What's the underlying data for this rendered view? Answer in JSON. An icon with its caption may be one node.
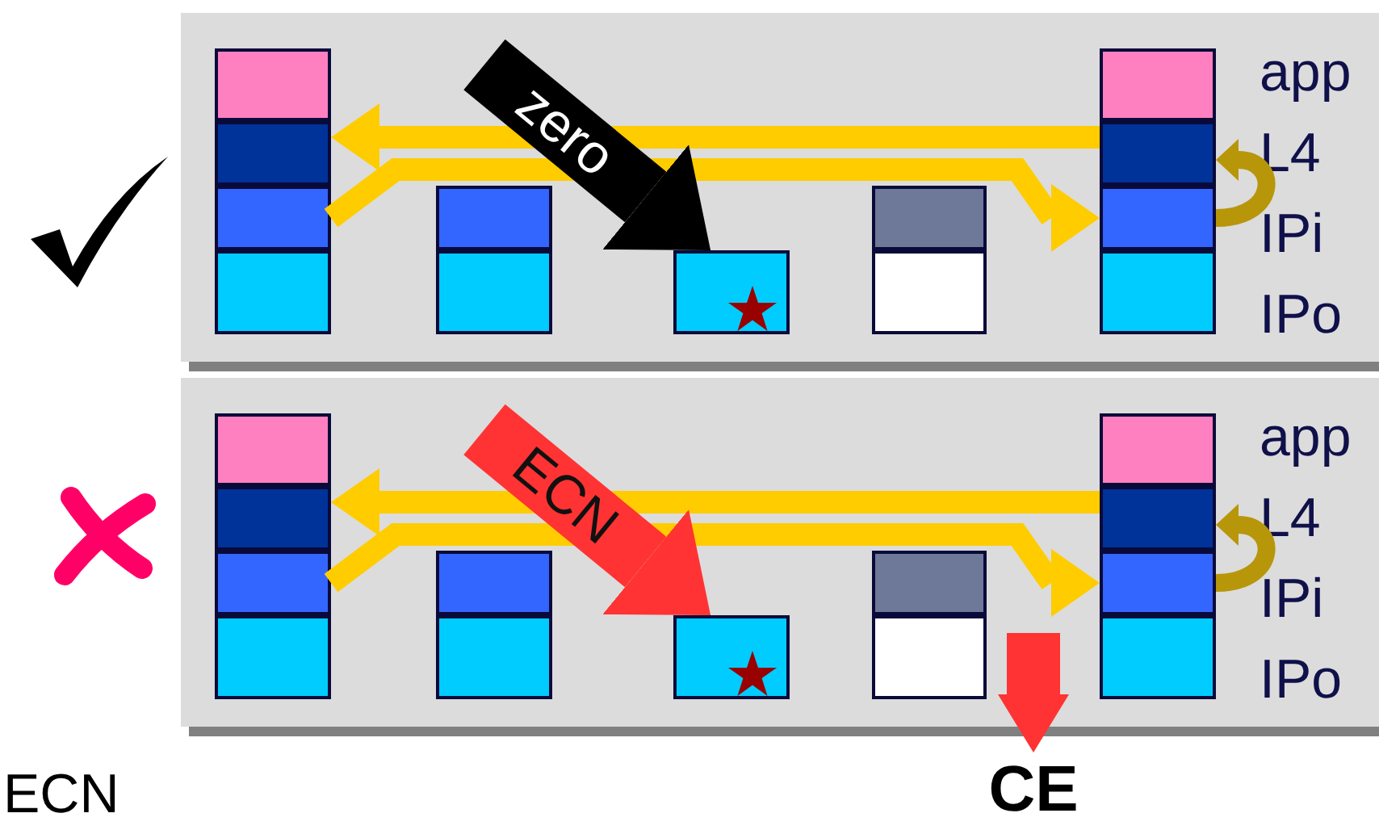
{
  "diagram": {
    "nodes": [
      {
        "text": [],
        "shape": "box"
      },
      {
        "text": [],
        "shape": "box",
        "in": 0
      },
      {
        "text": [],
        "shape": "box",
        "in": 0
      },
      {
        "text": [],
        "shape": "box",
        "in": 0
      },
      {
        "text": [],
        "shape": "box",
        "in": 0
      },
      {
        "text": [],
        "shape": "box",
        "in": 0
      },
      {
        "text": [],
        "shape": "box",
        "in": 0
      },
      {
        "text": [],
        "shape": "box",
        "in": 0
      },
      {
        "text": [],
        "shape": "box",
        "in": 0
      },
      {
        "text": [],
        "shape": "box",
        "in": 0
      },
      {
        "text": [],
        "shape": "box",
        "in": 0
      },
      {
        "text": [],
        "shape": "box",
        "in": 0
      },
      {
        "text": [],
        "shape": "box",
        "in": 0
      },
      {
        "text": [],
        "shape": "box",
        "in": 0
      },
      {
        "text": [],
        "shape": "box"
      },
      {
        "text": [],
        "shape": "box",
        "in": 14
      },
      {
        "text": [],
        "shape": "box",
        "in": 14
      },
      {
        "text": [],
        "shape": "box",
        "in": 14
      },
      {
        "text": [],
        "shape": "box",
        "in": 14
      },
      {
        "text": [],
        "shape": "box",
        "in": 14
      },
      {
        "text": [],
        "shape": "box",
        "in": 14
      },
      {
        "text": [],
        "shape": "box",
        "in": 14
      },
      {
        "text": [],
        "shape": "box",
        "in": 14
      },
      {
        "text": [],
        "shape": "box",
        "in": 14
      },
      {
        "text": [],
        "shape": "box",
        "in": 14
      },
      {
        "text": [],
        "shape": "box",
        "in": 14
      },
      {
        "text": [],
        "shape": "box",
        "in": 14
      },
      {
        "text": [],
        "shape": "box",
        "in": 14
      },
      {
        "text": [
          "CE"
        ]
      }
    ],
    "edges": [
      {
        "from": 11,
        "to": 2,
        "arrow": "to"
      },
      {
        "from": 3,
        "to": 12,
        "arrow": "to"
      },
      {
        "from": 12,
        "to": 11,
        "arrow": "to",
        "color": "#b8960a"
      },
      {
        "from": null,
        "to": 7,
        "arrow": "to",
        "label": "zero",
        "style": "thick",
        "color": "#000000"
      },
      {
        "from": 25,
        "to": 16,
        "arrow": "to"
      },
      {
        "from": 17,
        "to": 26,
        "arrow": "to"
      },
      {
        "from": 26,
        "to": 25,
        "arrow": "to",
        "color": "#b8960a"
      },
      {
        "from": null,
        "to": 21,
        "arrow": "to",
        "label": "ECN",
        "style": "thick",
        "color": "#ff3333"
      },
      {
        "from": null,
        "to": 28,
        "arrow": "to",
        "style": "thick",
        "color": "#ff3333"
      }
    ],
    "labels": [
      "app",
      "L4",
      "IPi",
      "IPo",
      "app",
      "L4",
      "IPi",
      "IPo",
      "ECN"
    ]
  }
}
